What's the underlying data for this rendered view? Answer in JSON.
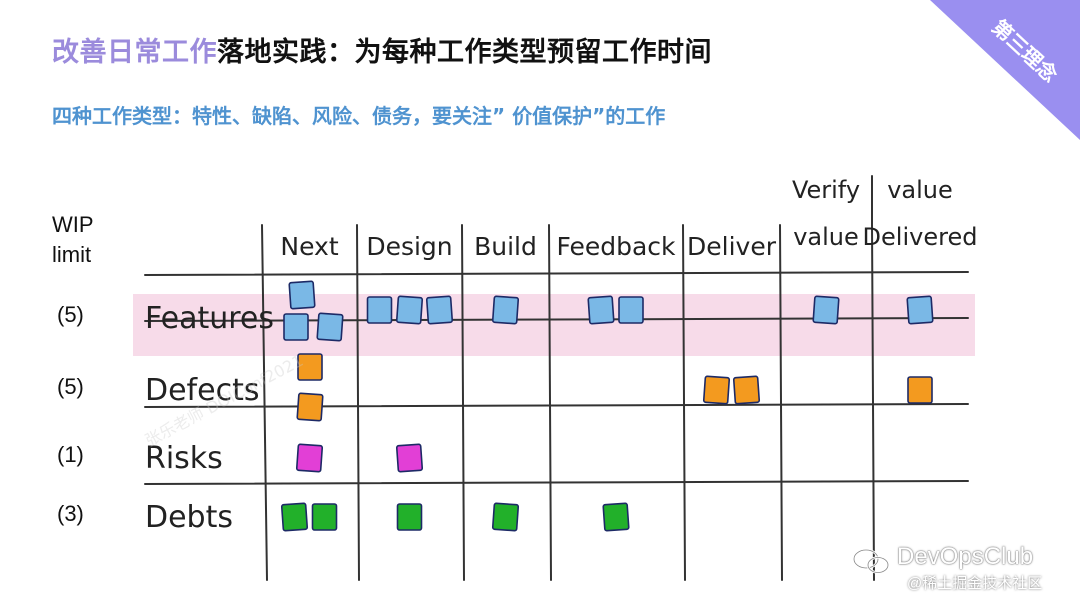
{
  "slide": {
    "title_highlight": "改善日常工作",
    "title_rest": "落地实践：为每种工作类型预留工作时间",
    "subtitle": "四种工作类型：特性、缺陷、风险、债务，要关注” 价值保护”的工作",
    "corner_badge": "第三理念"
  },
  "board": {
    "wip_header_line1": "WIP",
    "wip_header_line2": "limit",
    "columns": [
      "Next",
      "Design",
      "Build",
      "Feedback",
      "Deliver",
      "Verify value",
      "value Delivered"
    ],
    "rows": [
      {
        "label": "Features",
        "wip": "(5)",
        "highlighted": true,
        "color": "#7ab8e6",
        "cards_per_column": [
          3,
          3,
          1,
          2,
          0,
          1,
          1
        ]
      },
      {
        "label": "Defects",
        "wip": "(5)",
        "highlighted": false,
        "color": "#f39a1f",
        "cards_per_column": [
          2,
          0,
          0,
          0,
          2,
          0,
          1
        ]
      },
      {
        "label": "Risks",
        "wip": "(1)",
        "highlighted": false,
        "color": "#e23fd6",
        "cards_per_column": [
          1,
          1,
          0,
          0,
          0,
          0,
          0
        ]
      },
      {
        "label": "Debts",
        "wip": "(3)",
        "highlighted": false,
        "color": "#22b02a",
        "cards_per_column": [
          2,
          1,
          1,
          1,
          0,
          0,
          0
        ]
      }
    ]
  },
  "watermark": {
    "brand": "DevOpsClub",
    "site": "@稀土掘金技术社区",
    "diagonal": "张乐老师 DOIConf2021"
  },
  "colors": {
    "title_highlight": "#9b8bdc",
    "subtitle": "#4f93d0",
    "corner": "#9a8ff0",
    "highlight_band": "#f7dbe9"
  }
}
